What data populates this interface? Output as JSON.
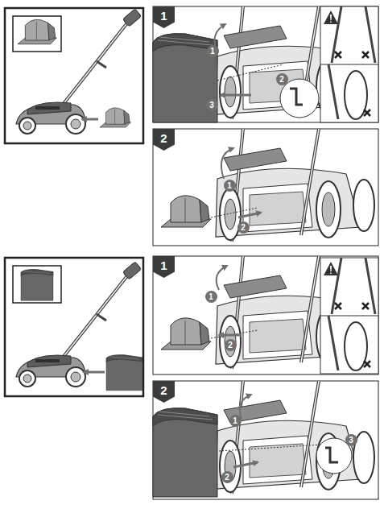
{
  "diagram": {
    "labels": [
      "1",
      "1",
      "2",
      "3",
      "2",
      "1",
      "2",
      "1",
      "1",
      "2",
      "2",
      "1",
      "2",
      "3"
    ]
  }
}
